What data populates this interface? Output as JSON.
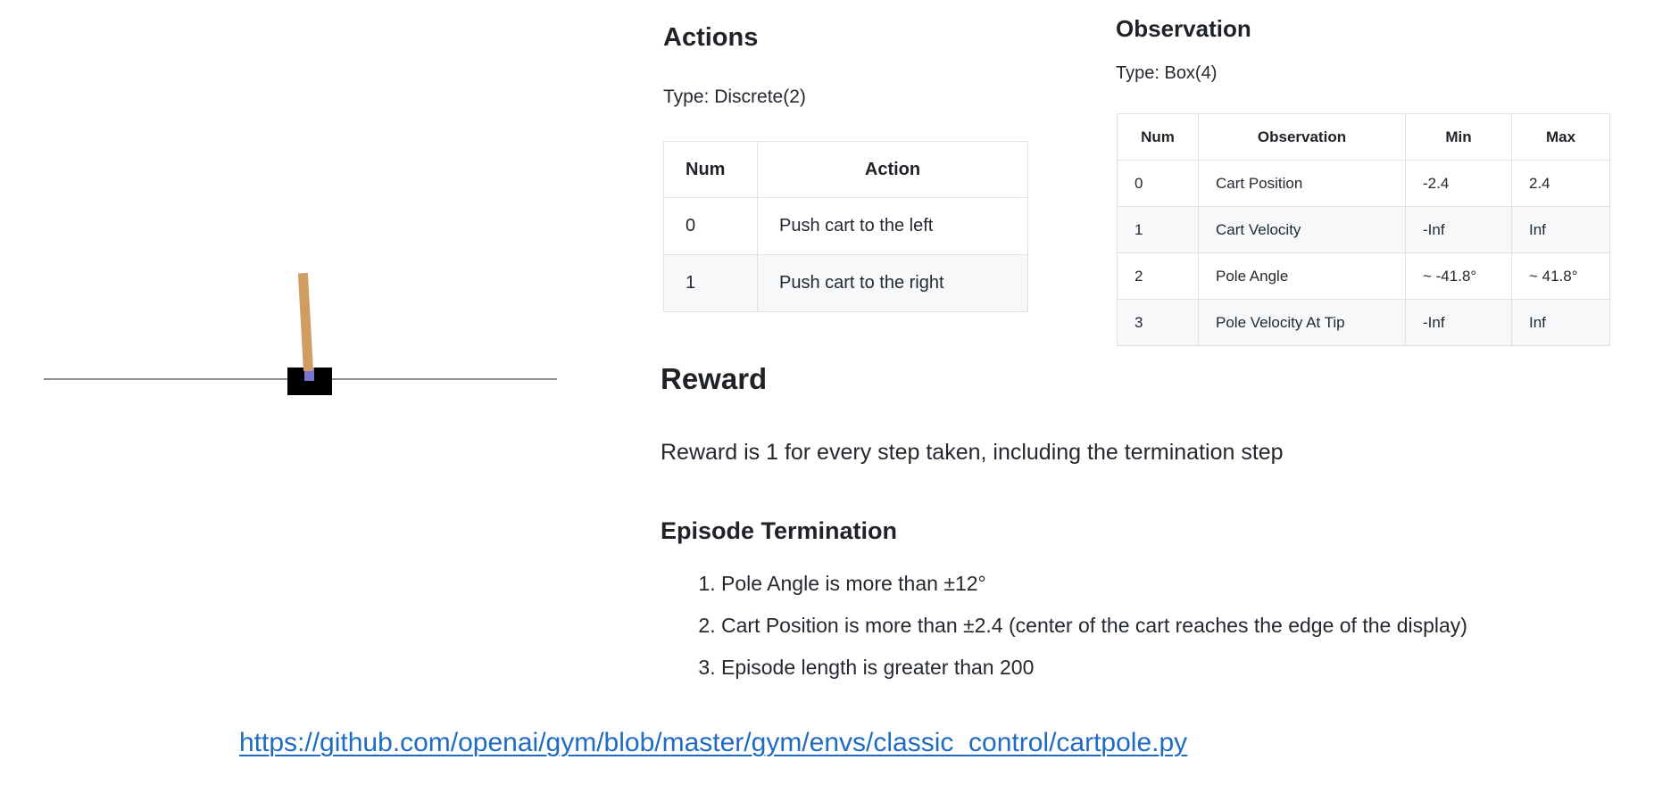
{
  "cartpole_figure": {
    "description": "cart-pole environment render",
    "track_color": "#8d8d8d",
    "cart_color": "#000000",
    "pole_color": "#cf9c62",
    "axle_color": "#7a74d2"
  },
  "actions": {
    "heading": "Actions",
    "type_label": "Type: Discrete(2)",
    "table": {
      "headers": [
        "Num",
        "Action"
      ],
      "rows": [
        [
          "0",
          "Push cart to the left"
        ],
        [
          "1",
          "Push cart to the right"
        ]
      ]
    }
  },
  "observation": {
    "heading": "Observation",
    "type_label": "Type: Box(4)",
    "table": {
      "headers": [
        "Num",
        "Observation",
        "Min",
        "Max"
      ],
      "rows": [
        [
          "0",
          "Cart Position",
          "-2.4",
          "2.4"
        ],
        [
          "1",
          "Cart Velocity",
          "-Inf",
          "Inf"
        ],
        [
          "2",
          "Pole Angle",
          "~ -41.8°",
          "~ 41.8°"
        ],
        [
          "3",
          "Pole Velocity At Tip",
          "-Inf",
          "Inf"
        ]
      ]
    }
  },
  "reward": {
    "heading": "Reward",
    "description": "Reward is 1 for every step taken, including the termination step"
  },
  "episode_termination": {
    "heading": "Episode Termination",
    "items": [
      "Pole Angle is more than ±12°",
      "Cart Position is more than ±2.4 (center of the cart reaches the edge of the display)",
      "Episode length is greater than 200"
    ]
  },
  "source_link": {
    "text": "https://github.com/openai/gym/blob/master/gym/envs/classic_control/cartpole.py",
    "color": "#1e6bbf"
  },
  "colors": {
    "table_border": "#dfe2e5",
    "table_stripe": "#f6f8fa",
    "heading_text": "#1f2328",
    "body_text": "#24292f"
  }
}
